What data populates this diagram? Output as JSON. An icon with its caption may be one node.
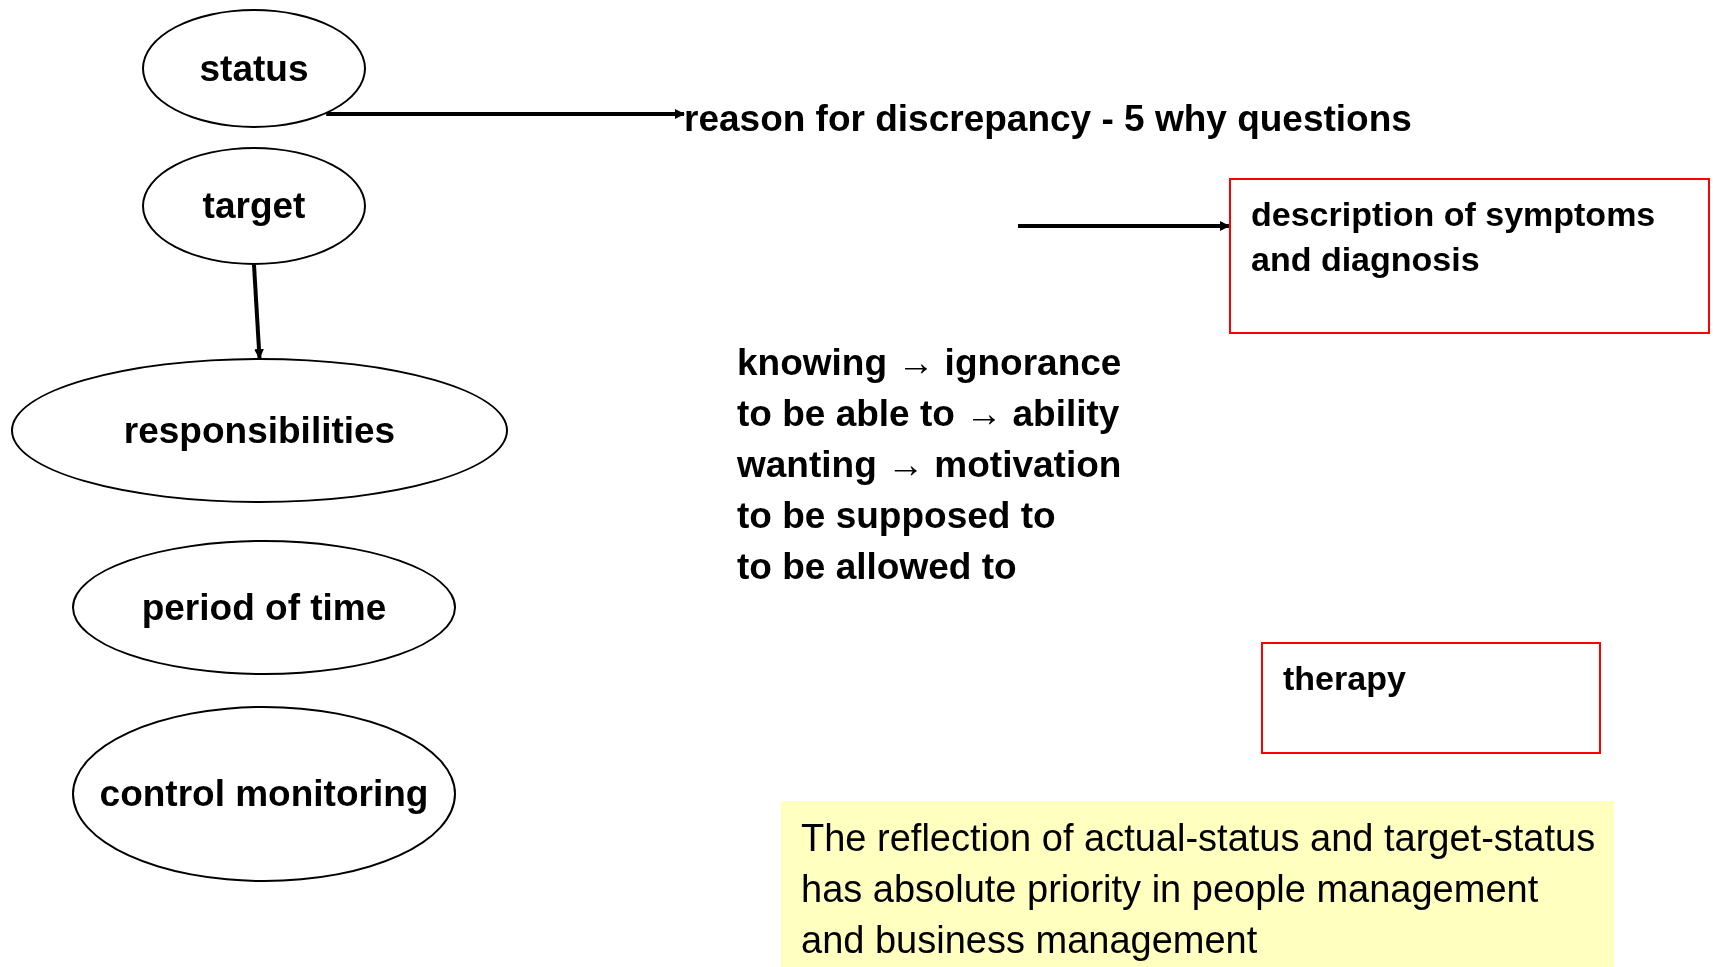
{
  "diagram": {
    "nodes": [
      {
        "text": [
          "status"
        ]
      },
      {
        "text": [
          "target"
        ]
      },
      {
        "text": [
          "responsibilities"
        ]
      },
      {
        "text": [
          "period of time"
        ]
      },
      {
        "text": [
          "control monitoring"
        ]
      },
      {
        "text": [
          "reason for discrepancy - 5 why questions"
        ]
      },
      {
        "text": [
          "description of symptoms and diagnosis"
        ]
      },
      {
        "text": [
          "therapy"
        ]
      },
      {
        "text": [
          "The reflection of actual-status and target-status has absolute priority in people management and business management"
        ]
      }
    ],
    "edges": [
      {
        "from": 0,
        "to": 5,
        "arrow": "to"
      },
      {
        "from": 1,
        "to": 2,
        "arrow": "to"
      },
      {
        "from": null,
        "to": 6,
        "arrow": "to"
      }
    ],
    "labels": [
      "knowing → ignorance",
      "to be able to → ability",
      "wanting → motivation",
      "to be supposed to",
      "to be allowed to"
    ]
  }
}
